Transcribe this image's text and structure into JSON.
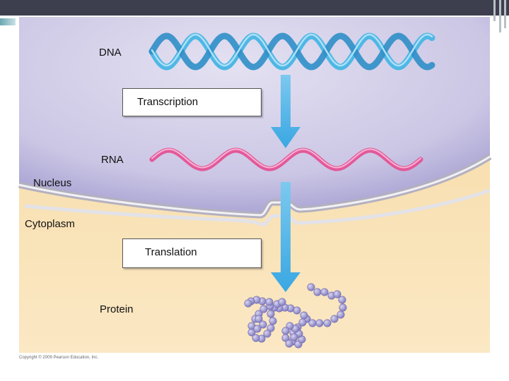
{
  "labels": {
    "dna": "DNA",
    "transcription": "Transcription",
    "rna": "RNA",
    "nucleus": "Nucleus",
    "cytoplasm": "Cytoplasm",
    "translation": "Translation",
    "protein": "Protein"
  },
  "copyright": "Copyright © 2009 Pearson Education, Inc.",
  "colors": {
    "nucleus": "#cfcbe6",
    "cytoplasm": "#f8dfae",
    "membrane": "#b9b7c2",
    "dna": "#4fb7e5",
    "rna": "#e3589a",
    "arrow": "#57b9ea",
    "protein_bead": "#a09bd2"
  }
}
